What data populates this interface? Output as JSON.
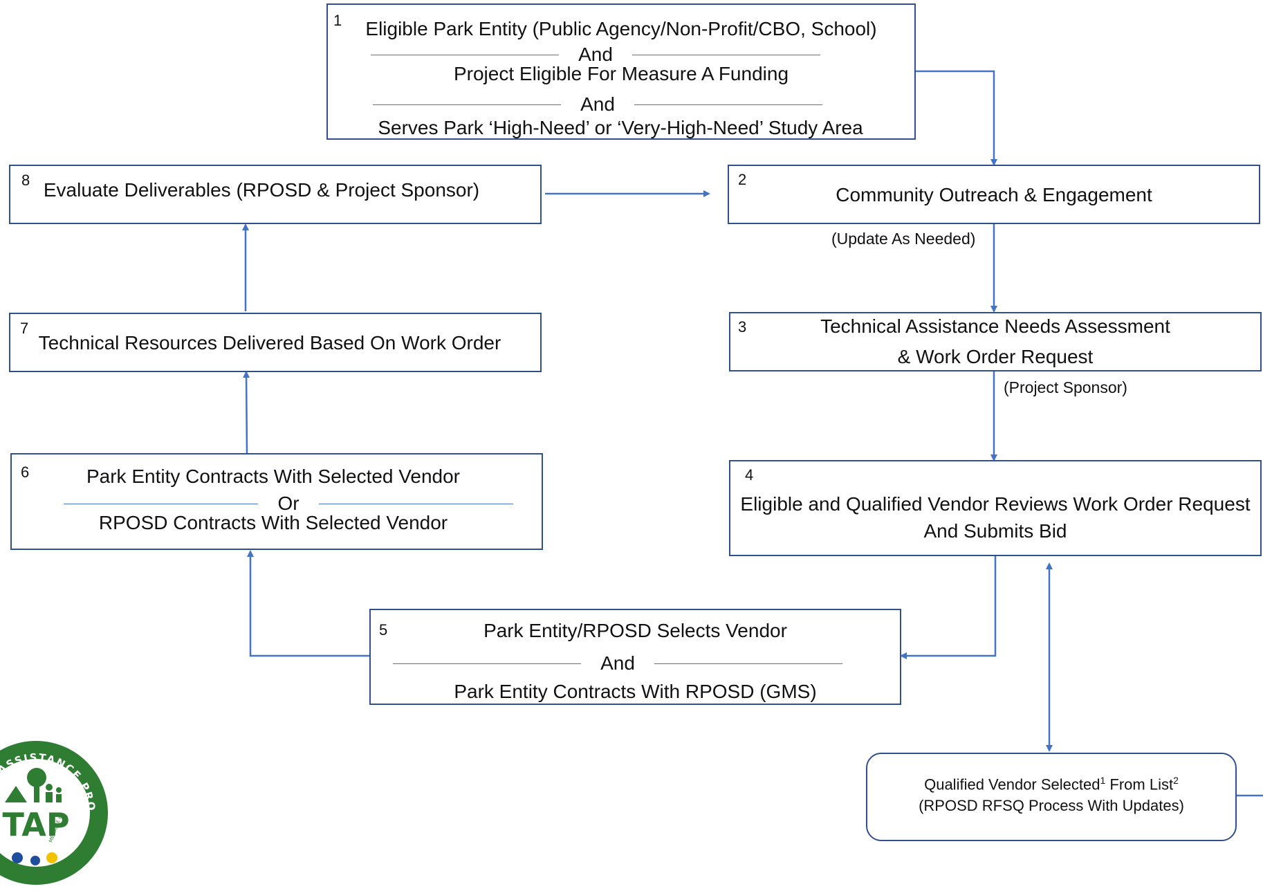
{
  "box1": {
    "number": "1",
    "line1": "Eligible Park Entity (Public Agency/Non-Profit/CBO, School)",
    "sep1": "And",
    "line2": "Project Eligible For Measure A Funding",
    "sep2": "And",
    "line3": "Serves Park ‘High-Need’ or ‘Very-High-Need’ Study Area"
  },
  "box2": {
    "number": "2",
    "line1": "Community Outreach & Engagement"
  },
  "box3": {
    "number": "3",
    "line1": "Technical Assistance Needs Assessment",
    "line2": "& Work Order Request"
  },
  "box4": {
    "number": "4",
    "line1": "Eligible and Qualified Vendor Reviews Work Order Request",
    "line2": "And Submits Bid"
  },
  "box5": {
    "number": "5",
    "line1": "Park Entity/RPOSD Selects Vendor",
    "sep1": "And",
    "line2": "Park Entity Contracts With RPOSD (GMS)"
  },
  "box6": {
    "number": "6",
    "line1": "Park Entity Contracts With Selected Vendor",
    "sep1": "Or",
    "line2": "RPOSD Contracts With Selected Vendor"
  },
  "box7": {
    "number": "7",
    "line1": "Technical Resources Delivered Based On Work Order"
  },
  "box8": {
    "number": "8",
    "line1": "Evaluate Deliverables (RPOSD & Project Sponsor)"
  },
  "vendor_box": {
    "line1_main": "Qualified Vendor Selected",
    "line1_sup1": "1",
    "line1_mid": " From List",
    "line1_sup2": "2",
    "line2": "(RPOSD RFSQ Process With Updates)"
  },
  "notes": {
    "update_as_needed": "(Update As Needed)",
    "project_sponsor": "(Project Sponsor)"
  },
  "logo": {
    "top_text": "TECHNICAL ASSISTANCE PROGRAM",
    "center_text": "TAP",
    "small_text": "MEASURE A"
  },
  "colors": {
    "box_border": "#2f4f8f",
    "arrow": "#4472c4",
    "logo_green": "#2e7d32"
  }
}
